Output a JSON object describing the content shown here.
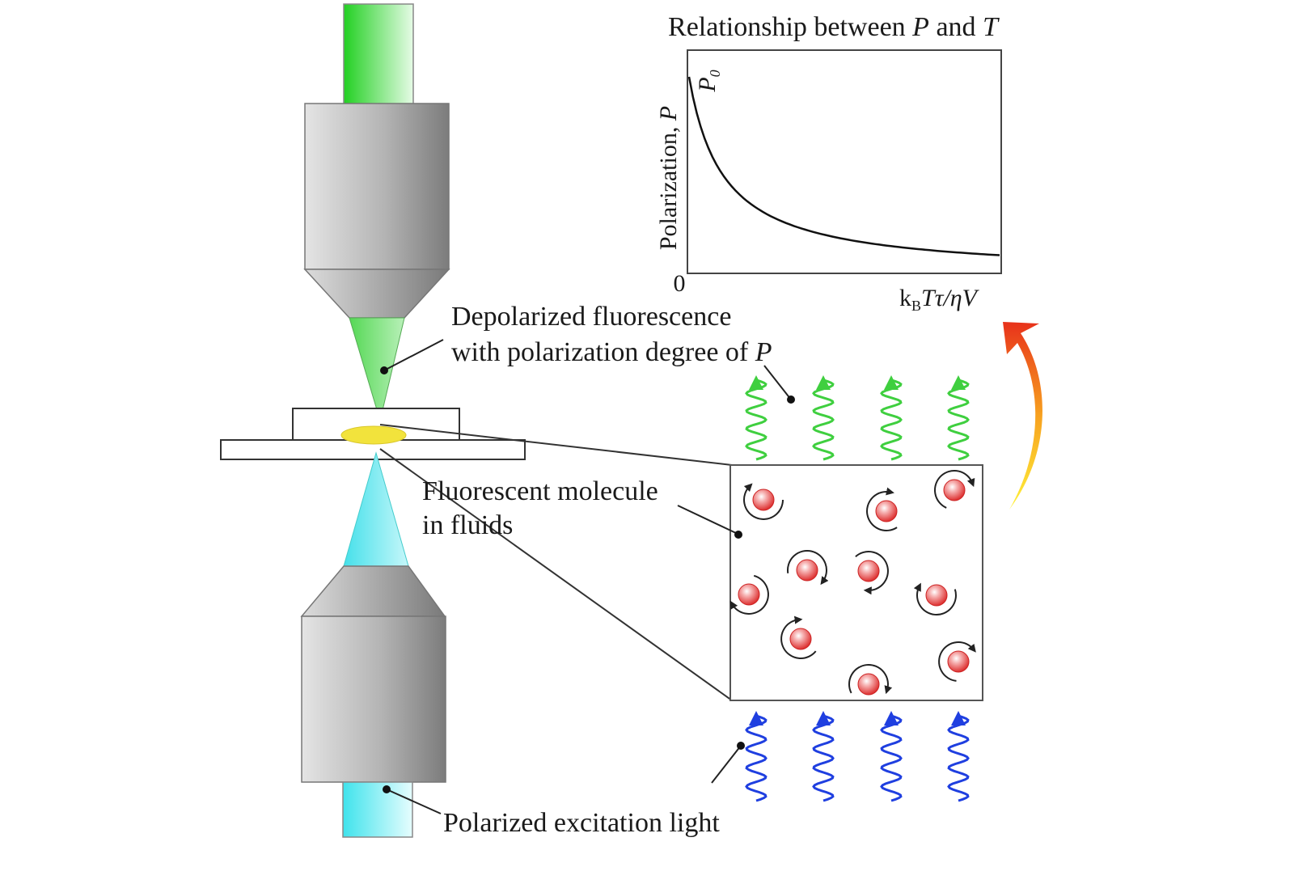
{
  "labels": {
    "depolarized_line1": "Depolarized fluorescence",
    "depolarized_line2": "with polarization degree of ",
    "depolarized_symbol": "P",
    "fluorescent_line1": "Fluorescent  molecule",
    "fluorescent_line2": "in fluids",
    "excitation": "Polarized excitation light"
  },
  "inset_plot": {
    "title_prefix": "Relationship between ",
    "title_p": "P",
    "title_and": " and ",
    "title_t": "T",
    "ylabel": "Polarization, ",
    "ylabel_symbol": "P",
    "p0_label": "P",
    "p0_sub": "0",
    "origin": "0",
    "xlabel_k": "k",
    "xlabel_b": "B",
    "xlabel_rest": "Tτ/ηV"
  },
  "colors": {
    "emission": "#3fcf3f",
    "excitation_beam": "#46e6ee",
    "excitation_waves": "#1f3fe0",
    "molecule": "#e23b3b",
    "sample_drop": "#f2e33c",
    "arrow_top": "#e8321b",
    "arrow_bottom": "#fff23a"
  }
}
